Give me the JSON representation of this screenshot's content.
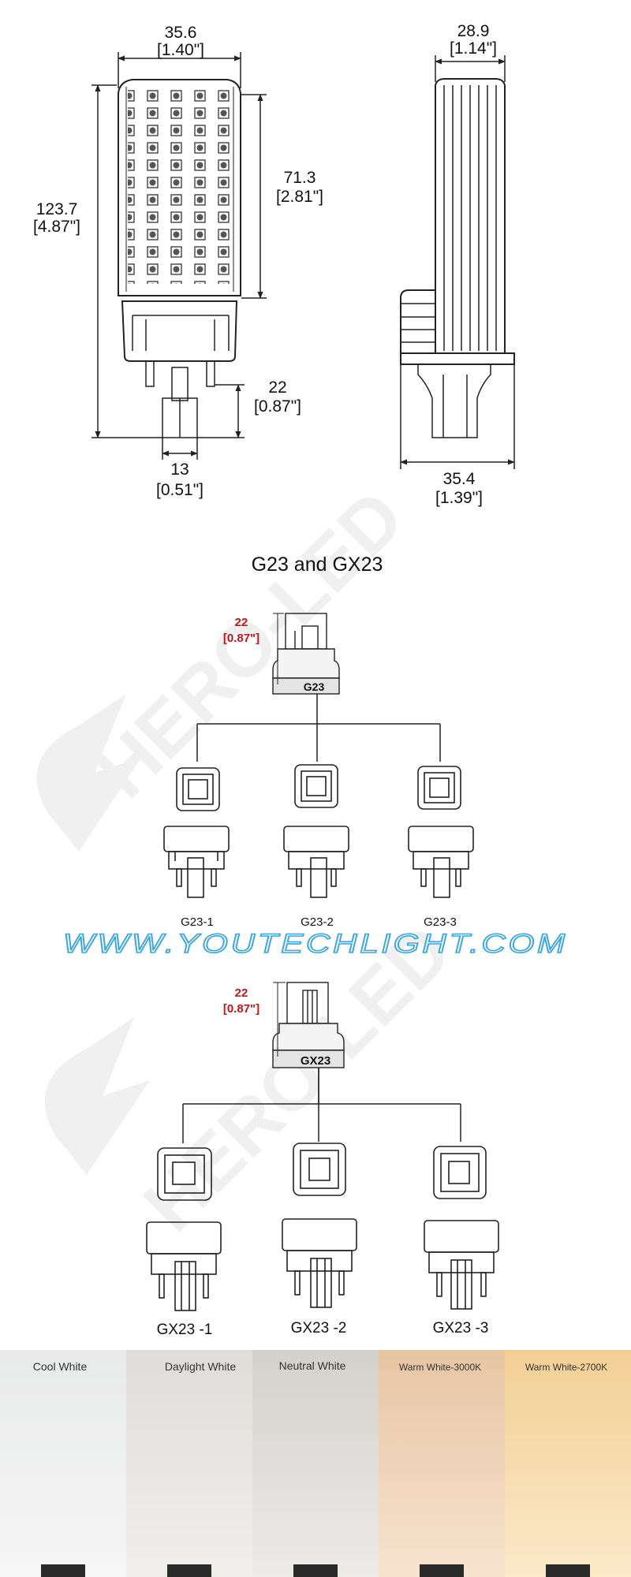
{
  "dimensions_front": {
    "width_mm": "35.6",
    "width_in": "[1.40\"]",
    "height_mm": "123.7",
    "height_in": "[4.87\"]",
    "led_mm": "71.3",
    "led_in": "[2.81\"]",
    "pin_mm": "22",
    "pin_in": "[0.87\"]",
    "pin_width_mm": "13",
    "pin_width_in": "[0.51\"]"
  },
  "dimensions_side": {
    "width_mm": "28.9",
    "width_in": "[1.14\"]",
    "depth_mm": "35.4",
    "depth_in": "[1.39\"]"
  },
  "section_title": "G23 and GX23",
  "g23": {
    "dim_mm": "22",
    "dim_in": "[0.87\"]",
    "base_label": "G23",
    "variants": [
      "G23-1",
      "G23-2",
      "G23-3"
    ]
  },
  "gx23": {
    "dim_mm": "22",
    "dim_in": "[0.87\"]",
    "base_label": "GX23",
    "variants": [
      "GX23 -1",
      "GX23 -2",
      "GX23 -3"
    ]
  },
  "watermark_text": "HERO-LED",
  "website": "WWW.YOUTECHLIGHT.COM",
  "color_temps": [
    {
      "label": "Cool White",
      "color": "#e9eaea"
    },
    {
      "label": "Daylight White",
      "color": "#e3e1dd"
    },
    {
      "label": "Neutral White",
      "color": "#d9d6d1"
    },
    {
      "label": "Warm White-3000K",
      "color": "#efcfb0"
    },
    {
      "label": "Warm White-2700K",
      "color": "#f6d8a4"
    }
  ],
  "colors": {
    "line": "#222222",
    "red_dim": "#c0161b",
    "website": "#3aa6e0"
  }
}
